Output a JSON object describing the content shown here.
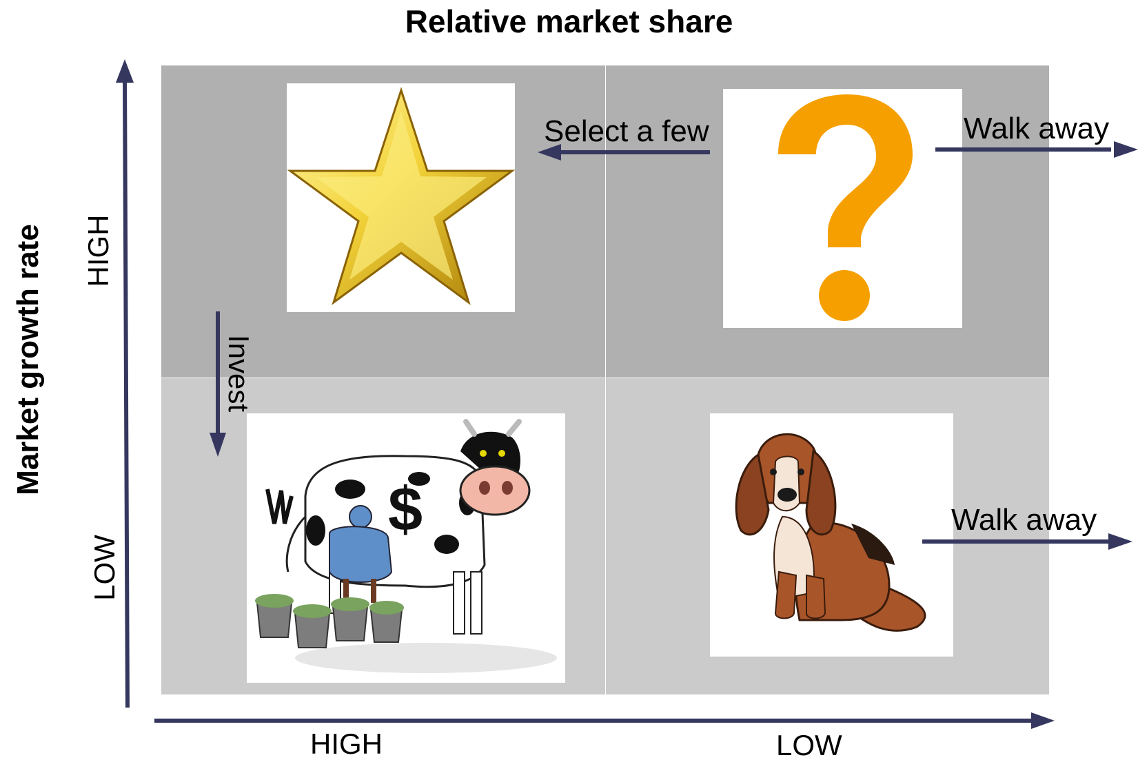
{
  "title": "Relative market share",
  "y_axis_title": "Market growth rate",
  "y_axis": {
    "high": "HIGH",
    "low": "LOW"
  },
  "x_axis": {
    "high": "HIGH",
    "low": "LOW"
  },
  "arrows": {
    "select_a_few": "Select a few",
    "walk_away_top": "Walk away",
    "walk_away_bottom": "Walk away",
    "invest": "Invest"
  },
  "quadrants": {
    "top_left": "star-icon",
    "top_right": "question-mark-icon",
    "bottom_left": "cash-cow-icon",
    "bottom_right": "dog-icon"
  },
  "colors": {
    "axis": "#35375f",
    "top_quadrants": "#b0b0b0",
    "bottom_quadrants": "#cbcbcb",
    "question_mark": "#f5a000",
    "star": "#e8c21a"
  }
}
